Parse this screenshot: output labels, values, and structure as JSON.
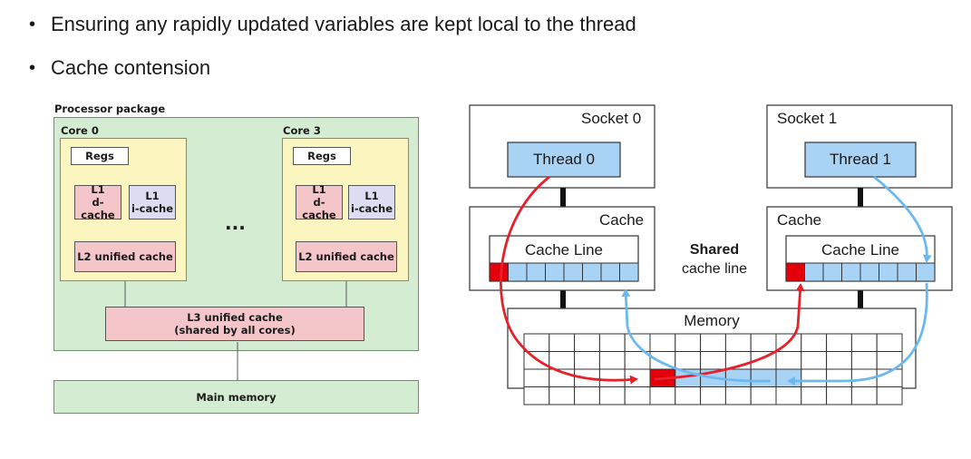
{
  "bullets": [
    "Ensuring any rapidly updated variables are kept local to the thread",
    "Cache contension"
  ],
  "left_diagram": {
    "package_label": "Processor package",
    "core0_label": "Core 0",
    "core3_label": "Core 3",
    "regs": "Regs",
    "l1d_line1": "L1",
    "l1d_line2": "d-cache",
    "l1i_line1": "L1",
    "l1i_line2": "i-cache",
    "l2": "L2 unified cache",
    "ellipsis": "...",
    "l3_line1": "L3 unified cache",
    "l3_line2": "(shared by all cores)",
    "main_memory": "Main memory"
  },
  "right_diagram": {
    "socket0": "Socket 0",
    "socket1": "Socket 1",
    "thread0": "Thread 0",
    "thread1": "Thread 1",
    "cache": "Cache",
    "cache_line": "Cache Line",
    "shared_bold": "Shared",
    "shared_sub": "cache line",
    "memory": "Memory"
  },
  "colors": {
    "package_bg": "#d4edd2",
    "core_bg": "#fbf6c0",
    "cache_pink": "#f4c6c9",
    "icache_lavender": "#dcdcf2",
    "thread_blue": "#a9d3f5",
    "cell_blue": "#a9d3f5",
    "red_cell": "#e3000b",
    "red_arrow": "#e8202a",
    "blue_arrow": "#6bb9ef"
  }
}
